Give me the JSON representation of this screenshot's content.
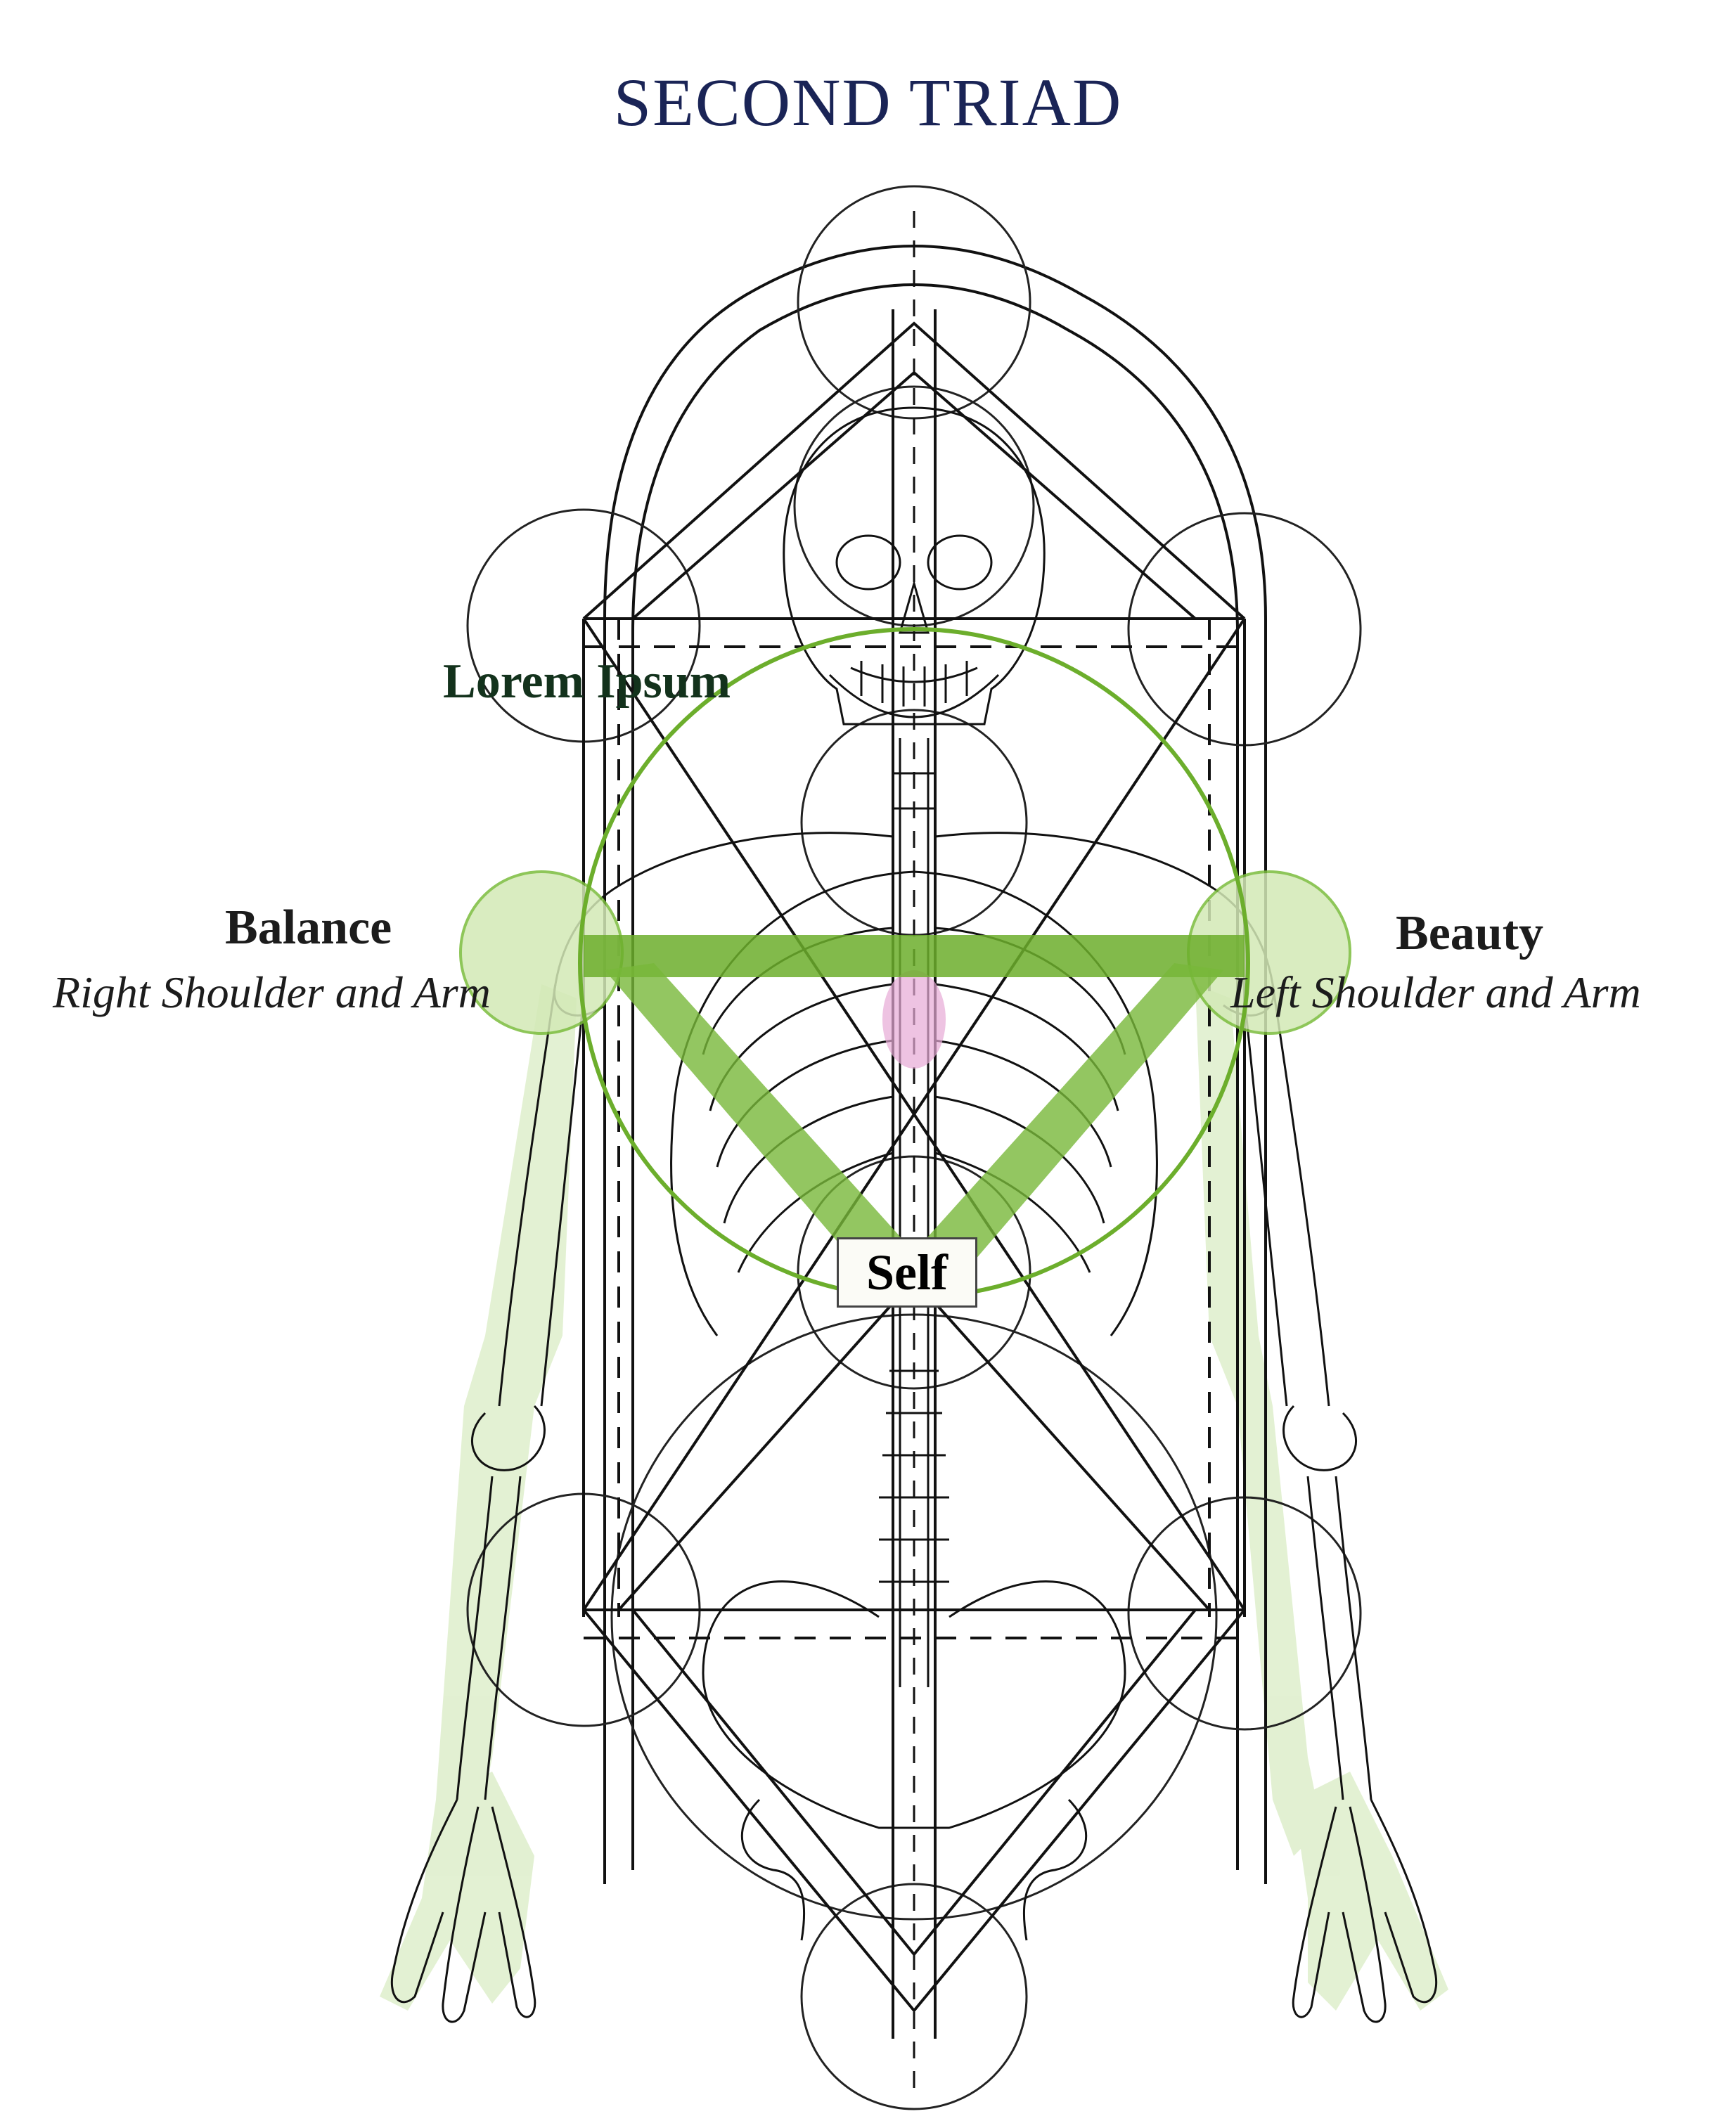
{
  "title": "SECOND TRIAD",
  "labels": {
    "upper_sphere": "Lorem Ipsum",
    "right_sphere": "Balance",
    "right_sphere_desc": "Right Shoulder and Arm",
    "left_sphere": "Beauty",
    "left_sphere_desc": "Left Shoulder and Arm",
    "center_sphere": "Self"
  },
  "colors": {
    "title": "#1a2456",
    "text": "#1c1c1c",
    "upper_label": "#13321c",
    "triad_green": "#6cae2c",
    "pale_green": "#c9e3a7",
    "heart_pink": "#e7a9d6",
    "line": "#111111"
  },
  "icons": [
    "skeleton-figure",
    "tree-of-life-sphere",
    "heart-glow"
  ]
}
